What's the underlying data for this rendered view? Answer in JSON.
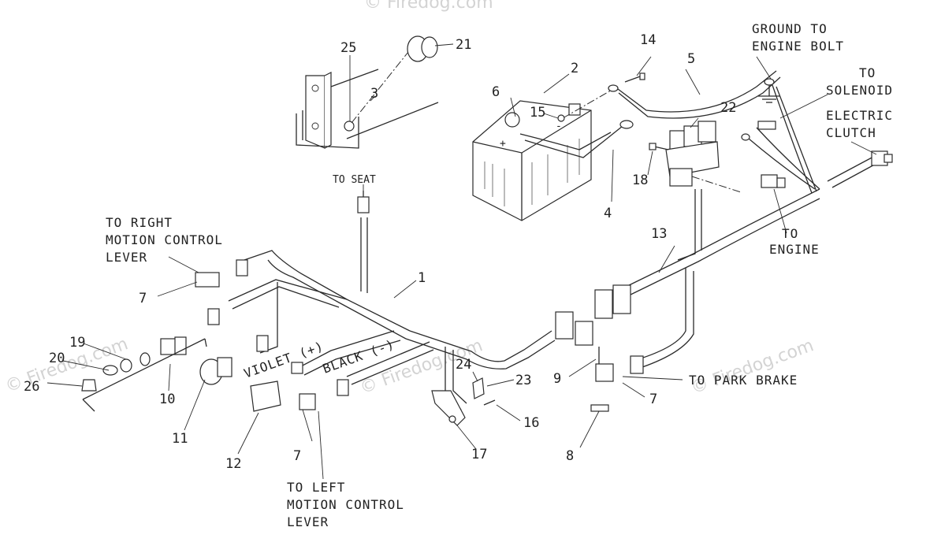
{
  "watermark": "© Firedog.com",
  "callouts": {
    "n1": "1",
    "n2": "2",
    "n3": "3",
    "n4": "4",
    "n5": "5",
    "n6": "6",
    "n7a": "7",
    "n7b": "7",
    "n7c": "7",
    "n8": "8",
    "n9": "9",
    "n10": "10",
    "n11": "11",
    "n12": "12",
    "n13": "13",
    "n14": "14",
    "n15": "15",
    "n16": "16",
    "n17": "17",
    "n18": "18",
    "n19": "19",
    "n20": "20",
    "n21": "21",
    "n22": "22",
    "n23": "23",
    "n24": "24",
    "n25": "25",
    "n26": "26"
  },
  "labels": {
    "ground_1": "GROUND TO",
    "ground_2": "ENGINE BOLT",
    "solenoid_1": "TO",
    "solenoid_2": "SOLENOID",
    "clutch_1": "ELECTRIC",
    "clutch_2": "CLUTCH",
    "engine_1": "TO",
    "engine_2": "ENGINE",
    "seat": "TO SEAT",
    "right_1": "TO RIGHT",
    "right_2": "MOTION CONTROL",
    "right_3": "LEVER",
    "violet": "VIOLET (+)",
    "black": "BLACK (-)",
    "park": "TO PARK BRAKE",
    "left_1": "TO LEFT",
    "left_2": "MOTION CONTROL",
    "left_3": "LEVER"
  }
}
